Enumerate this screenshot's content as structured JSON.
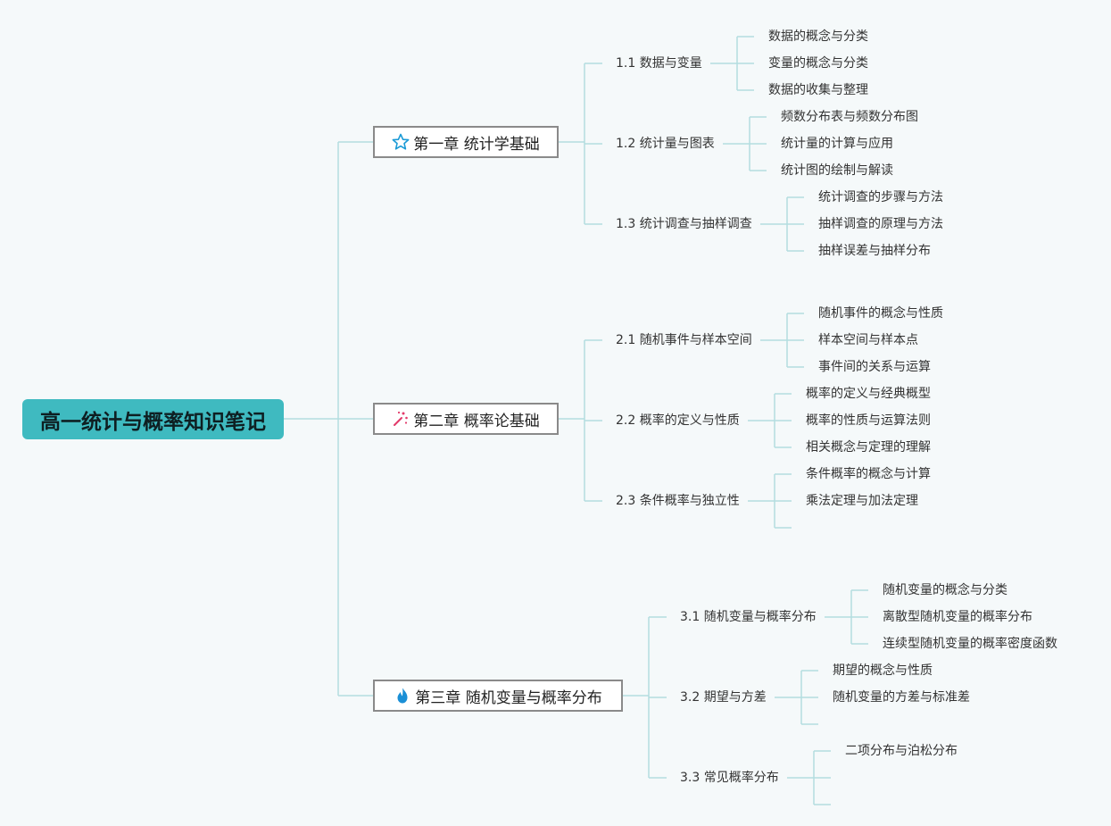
{
  "root": {
    "title": "高一统计与概率知识笔记"
  },
  "colors": {
    "root_bg": "#3fbac0",
    "line": "#b3dde0",
    "chapter_border": "#8a8a8a"
  },
  "chapters": [
    {
      "icon": "star-icon",
      "title": "第一章 统计学基础",
      "sections": [
        {
          "title": "1.1 数据与变量",
          "leaves": [
            "数据的概念与分类",
            "变量的概念与分类",
            "数据的收集与整理"
          ]
        },
        {
          "title": "1.2 统计量与图表",
          "leaves": [
            "频数分布表与频数分布图",
            "统计量的计算与应用",
            "统计图的绘制与解读"
          ]
        },
        {
          "title": "1.3 统计调查与抽样调查",
          "leaves": [
            "统计调查的步骤与方法",
            "抽样调查的原理与方法",
            "抽样误差与抽样分布"
          ]
        }
      ]
    },
    {
      "icon": "sparkle-wand-icon",
      "title": "第二章 概率论基础",
      "sections": [
        {
          "title": "2.1 随机事件与样本空间",
          "leaves": [
            "随机事件的概念与性质",
            "样本空间与样本点",
            "事件间的关系与运算"
          ]
        },
        {
          "title": "2.2 概率的定义与性质",
          "leaves": [
            "概率的定义与经典概型",
            "概率的性质与运算法则",
            "相关概念与定理的理解"
          ]
        },
        {
          "title": "2.3 条件概率与独立性",
          "leaves": [
            "条件概率的概念与计算",
            "乘法定理与加法定理",
            ""
          ]
        }
      ]
    },
    {
      "icon": "flame-icon",
      "title": "第三章 随机变量与概率分布",
      "sections": [
        {
          "title": "3.1 随机变量与概率分布",
          "leaves": [
            "随机变量的概念与分类",
            "离散型随机变量的概率分布",
            "连续型随机变量的概率密度函数"
          ]
        },
        {
          "title": "3.2 期望与方差",
          "leaves": [
            "期望的概念与性质",
            "随机变量的方差与标准差",
            ""
          ]
        },
        {
          "title": "3.3 常见概率分布",
          "leaves": [
            "二项分布与泊松分布",
            "",
            ""
          ]
        }
      ]
    }
  ]
}
